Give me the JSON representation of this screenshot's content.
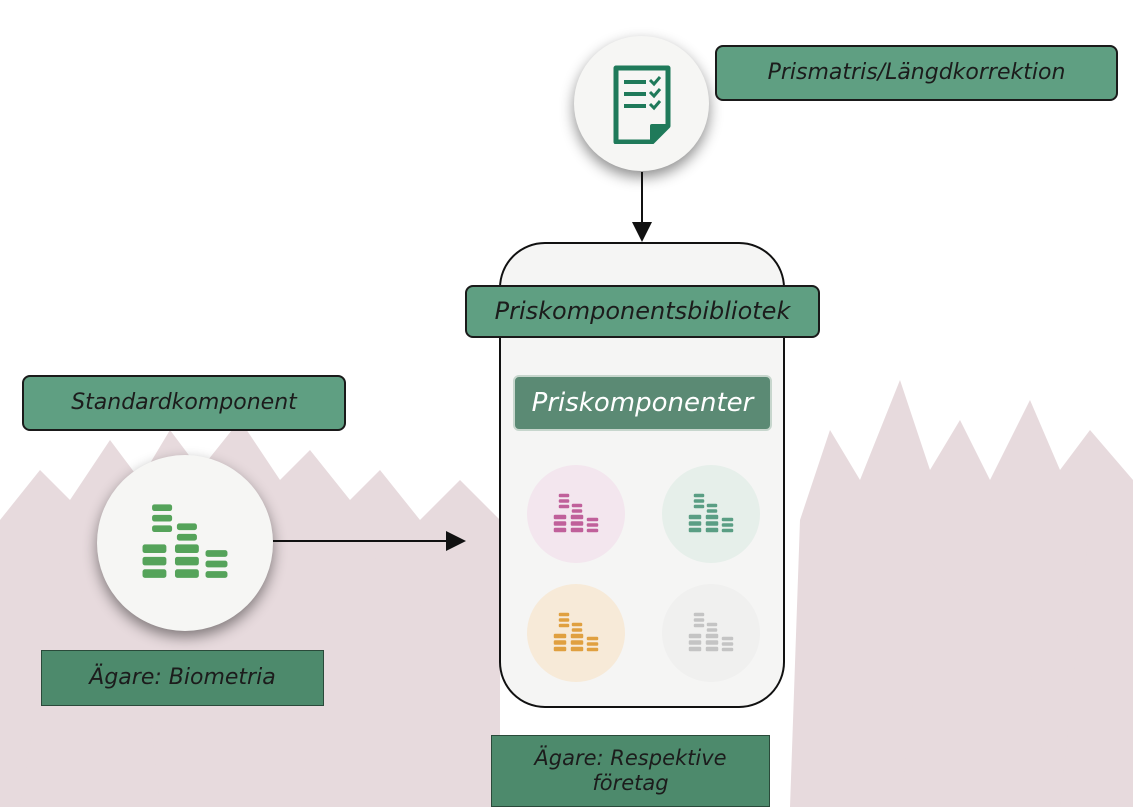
{
  "labels": {
    "prismatris": "Prismatris/Längdkorrektion",
    "library": "Priskomponentsbibliotek",
    "standard": "Standardkomponent",
    "components": "Priskomponenter",
    "owner_biometria": "Ägare: Biometria",
    "owner_respective": "Ägare: Respektive företag"
  },
  "icons": {
    "document": "document-checklist-icon",
    "coins": "coin-stack-icon"
  },
  "colors": {
    "label_bg": "#5f9f82",
    "owner_bg": "#4d8a6c",
    "components_bg": "#5b8a74",
    "document_icon": "#1f7a5a",
    "coins_main": "#55a35a",
    "coins_pink": "#c0609a",
    "coins_teal": "#5a9e84",
    "coins_orange": "#e0a040",
    "coins_gray": "#c4c4c4"
  }
}
